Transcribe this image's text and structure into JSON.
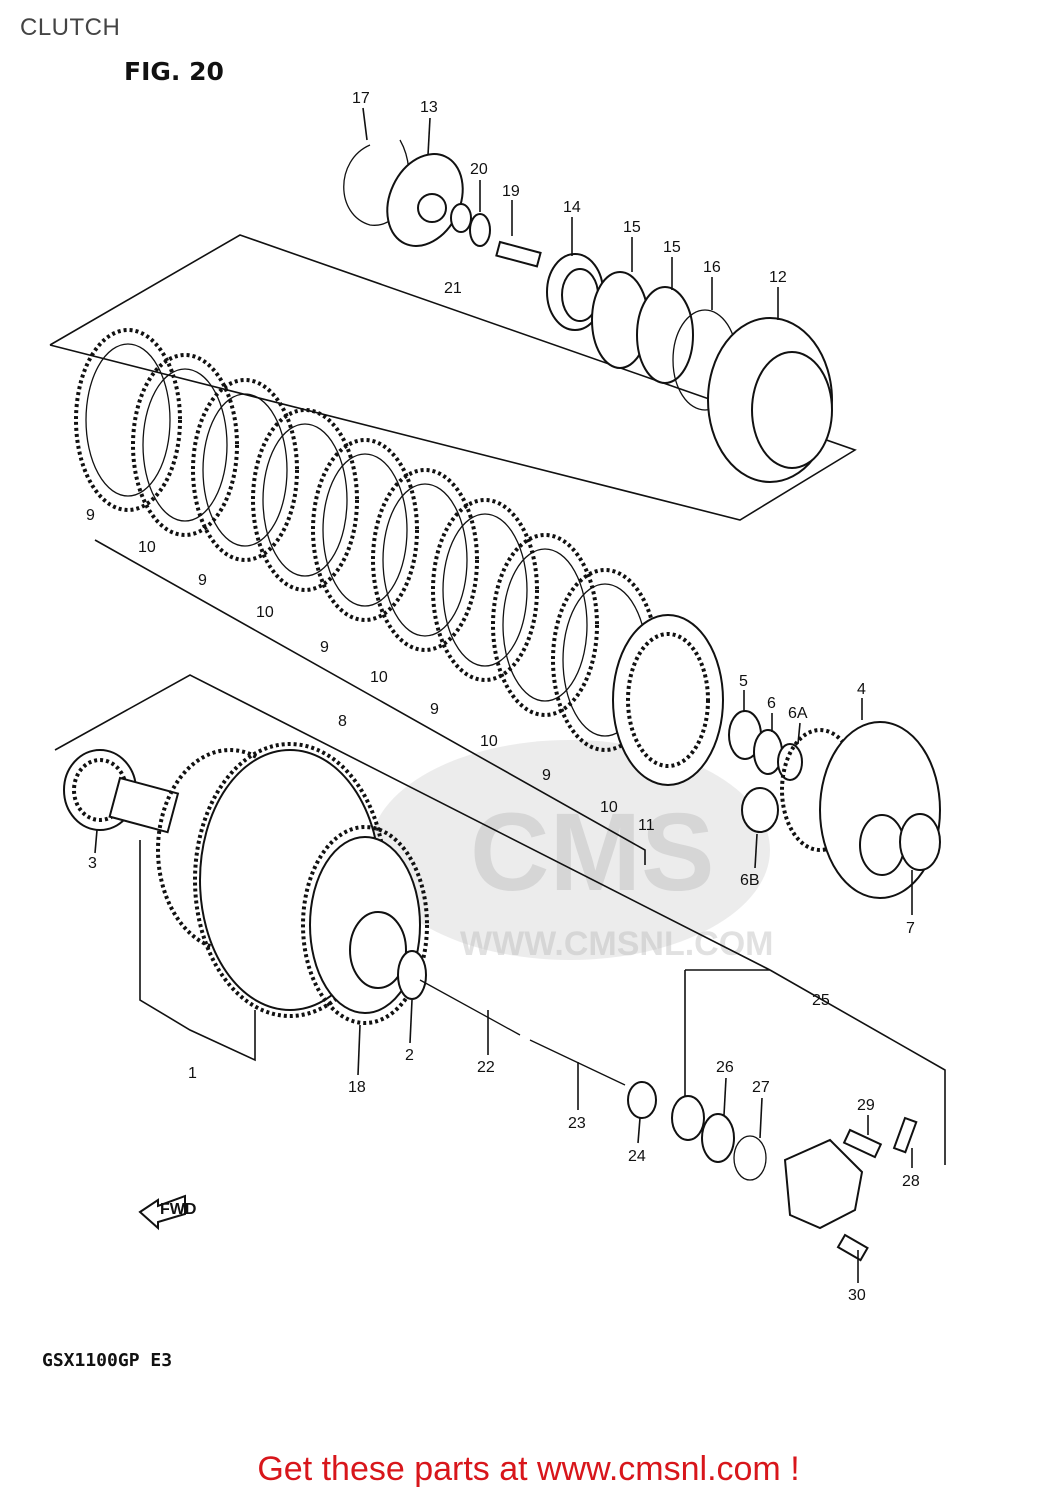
{
  "page": {
    "heading": "CLUTCH",
    "figure_label": "FIG. 20",
    "model_code": "GSX1100GP E3",
    "footer_cta": "Get these parts at www.cmsnl.com !"
  },
  "watermark": {
    "brand": "CMS",
    "url": "WWW.CMSNL.COM"
  },
  "fwd_label": "FWD",
  "callouts": [
    "17",
    "13",
    "20",
    "19",
    "21",
    "14",
    "15",
    "15",
    "16",
    "12",
    "9",
    "10",
    "9",
    "10",
    "9",
    "10",
    "9",
    "8",
    "10",
    "9",
    "10",
    "5",
    "6",
    "6A",
    "4",
    "11",
    "3",
    "6B",
    "7",
    "25",
    "1",
    "2",
    "18",
    "22",
    "23",
    "24",
    "26",
    "27",
    "29",
    "28",
    "30"
  ]
}
